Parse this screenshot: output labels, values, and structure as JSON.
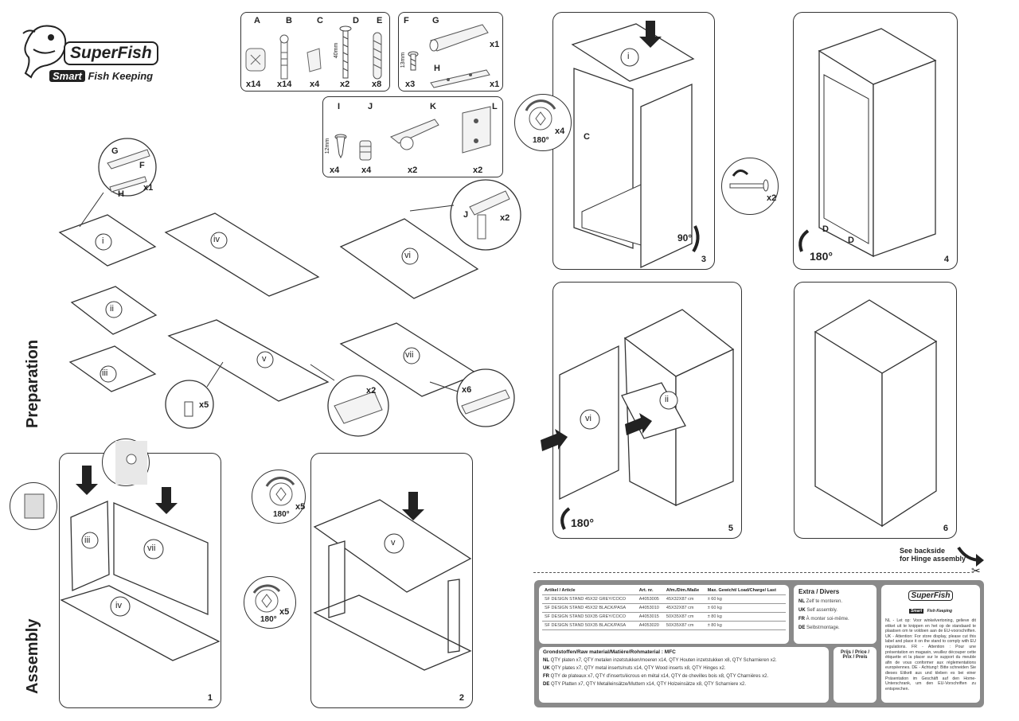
{
  "brand": {
    "name": "SuperFish",
    "tagline_prefix": "Smart",
    "tagline_suffix": "Fish Keeping"
  },
  "sections": {
    "preparation": "Preparation",
    "assembly": "Assembly"
  },
  "parts_box_1": [
    {
      "letter": "A",
      "count": "x14"
    },
    {
      "letter": "B",
      "count": "x14"
    },
    {
      "letter": "C",
      "count": "x4"
    },
    {
      "letter": "D",
      "count": "x2",
      "dim": "40mm"
    },
    {
      "letter": "E",
      "count": "x8"
    }
  ],
  "parts_box_2": [
    {
      "letter": "F",
      "count": "x3",
      "dim": "13mm"
    },
    {
      "letter": "G",
      "count": "x1"
    },
    {
      "letter": "H",
      "count": "x1"
    }
  ],
  "parts_box_3": [
    {
      "letter": "I",
      "count": "x4",
      "dim": "12mm"
    },
    {
      "letter": "J",
      "count": "x4"
    },
    {
      "letter": "K",
      "count": "x2"
    },
    {
      "letter": "L",
      "count": "x2"
    }
  ],
  "prep_callouts": {
    "gfh": {
      "g": "G",
      "f": "F",
      "h": "H",
      "count": "x1"
    },
    "b_insert": {
      "count": "x5"
    },
    "hinge_l": {
      "count": "x2"
    },
    "hinge_kj": {
      "j": "J",
      "count": "x2"
    },
    "strip": {
      "count": "x6"
    }
  },
  "prep_panels": [
    {
      "id": "i",
      "label": "i"
    },
    {
      "id": "ii",
      "label": "ii"
    },
    {
      "id": "iii",
      "label": "iii"
    },
    {
      "id": "iv",
      "label": "iv"
    },
    {
      "id": "v",
      "label": "v"
    },
    {
      "id": "vi",
      "label": "vi"
    },
    {
      "id": "vii",
      "label": "vii"
    }
  ],
  "steps": [
    {
      "num": "1",
      "labels": [
        "iii",
        "vii",
        "iv"
      ],
      "count": "x5",
      "rotation": "180°"
    },
    {
      "num": "2",
      "labels": [
        "v"
      ],
      "count": "x5",
      "rotation": "180°"
    },
    {
      "num": "3",
      "labels": [
        "i"
      ],
      "count": "x4",
      "rotation": "180°",
      "turn": "90°",
      "part": "C"
    },
    {
      "num": "4",
      "count": "x2",
      "rotation": "180°",
      "part": "D"
    },
    {
      "num": "5",
      "labels": [
        "vi",
        "ii"
      ],
      "rotation": "180°"
    },
    {
      "num": "6"
    }
  ],
  "backside_note": {
    "line1": "See backside",
    "line2": "for Hinge assembly"
  },
  "article_table": {
    "headers": [
      "Artikel / Article",
      "Art. nr.",
      "Afm./Dim./Maße",
      "Max. Gewicht/ Load/Charge/ Last"
    ],
    "rows": [
      [
        "SF DESIGN STAND 45X32 GREY/COCO",
        "A4053005",
        "45X32X87 cm",
        "± 60 kg"
      ],
      [
        "SF DESIGN STAND 45X32 BLACK/PASA",
        "A4053010",
        "45X32X87 cm",
        "± 60 kg"
      ],
      [
        "SF DESIGN STAND 50X35 GREY/COCO",
        "A4053015",
        "50X35X87 cm",
        "± 80 kg"
      ],
      [
        "SF DESIGN STAND 50X35 BLACK/PASA",
        "A4053020",
        "50X35X87 cm",
        "± 80 kg"
      ]
    ]
  },
  "extra": {
    "title": "Extra / Divers",
    "lines": [
      {
        "code": "NL",
        "text": "Zelf te monteren."
      },
      {
        "code": "UK",
        "text": "Self assembly."
      },
      {
        "code": "FR",
        "text": "À monter soi-même."
      },
      {
        "code": "DE",
        "text": "Selbstmontage."
      }
    ]
  },
  "material": {
    "title": "Grondstoffen/Raw material/Matière/Rohmaterial : MFC",
    "lines": [
      {
        "code": "NL",
        "text": "QTY platen x7, QTY metalen inzetstukken/moeren x14, QTY Houten inzetstukken x8, QTY Scharnieren x2."
      },
      {
        "code": "UK",
        "text": "QTY plates x7, QTY metal inserts/nuts x14, QTY Wood inserts x8, QTY Hinges x2."
      },
      {
        "code": "FR",
        "text": "QTY de plateaux x7, QTY d'inserts/écrous en métal x14, QTY de chevilles bois x8, QTY Charnières x2."
      },
      {
        "code": "DE",
        "text": "QTY Platten x7, QTY Metalleinsätze/Muttern x14, QTY Holzeinsätze x8, QTY Scharniere x2."
      }
    ]
  },
  "price": {
    "label": "Prijs / Price / Prix / Preis"
  },
  "legal": {
    "text": "NL - Let op: Voor winkelvertoning, gelieve dit etiket uit te knippen en het op de standaard te plaatsen om te voldoen aan de EU-voorschriften. UK - Attention: For store display, please cut this label and place it on the stand to comply with EU regulations. FR - Attention : Pour une présentation en magasin, veuillez découper cette étiquette et la placer sur le support du meuble afin de vous conformer aux réglementations européennes. DE - Achtung!: Bitte schneiden Sie dieses Etikett aus und kleben es bei einer Präsentation im Geschäft auf den Home-Unterschrank, um den EU-Vorschriften zu entsprechen."
  },
  "colors": {
    "line": "#333333",
    "label_bg": "#8a8a8a",
    "panel_fill": "#ffffff",
    "shade": "#e8e8e8"
  }
}
